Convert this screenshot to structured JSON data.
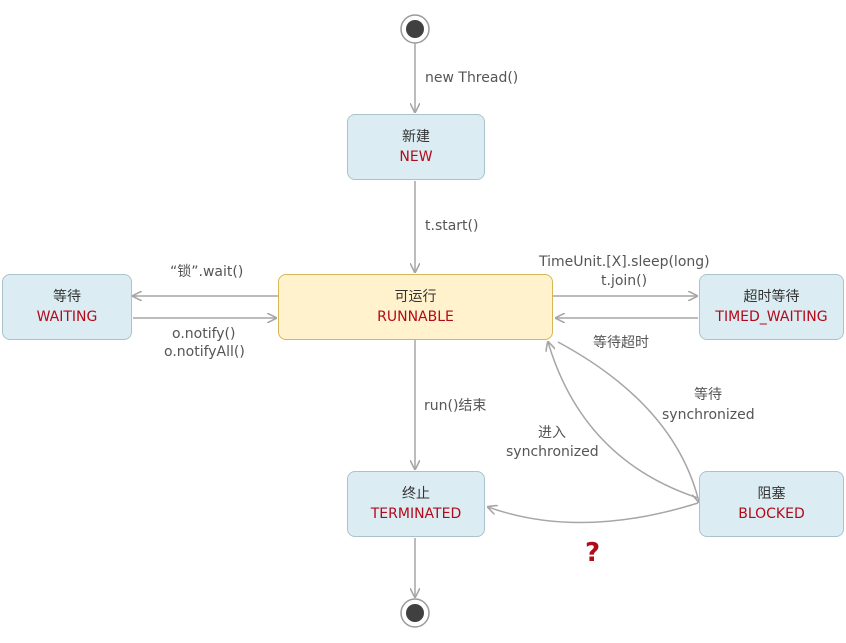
{
  "states": {
    "new": {
      "cn": "新建",
      "en": "NEW"
    },
    "runnable": {
      "cn": "可运行",
      "en": "RUNNABLE"
    },
    "waiting": {
      "cn": "等待",
      "en": "WAITING"
    },
    "timed_waiting": {
      "cn": "超时等待",
      "en": "TIMED_WAITING"
    },
    "terminated": {
      "cn": "终止",
      "en": "TERMINATED"
    },
    "blocked": {
      "cn": "阻塞",
      "en": "BLOCKED"
    }
  },
  "transitions": {
    "new_thread": "new Thread()",
    "start": "t.start()",
    "wait": "“锁”.wait()",
    "notify": "o.notify()",
    "notify_all": "o.notifyAll()",
    "sleep": "TimeUnit.[X].sleep(long)",
    "join": "t.join()",
    "timeout": "等待超时",
    "run_end": "run()结束",
    "enter_sync_1": "进入",
    "enter_sync_2": "synchronized",
    "wait_sync_1": "等待",
    "wait_sync_2": "synchronized",
    "unknown": "?"
  },
  "colors": {
    "state_fill": "#dcecf3",
    "runnable_fill": "#fff2cc",
    "state_name": "#b20a1a",
    "arrow": "#a6a6a6"
  }
}
